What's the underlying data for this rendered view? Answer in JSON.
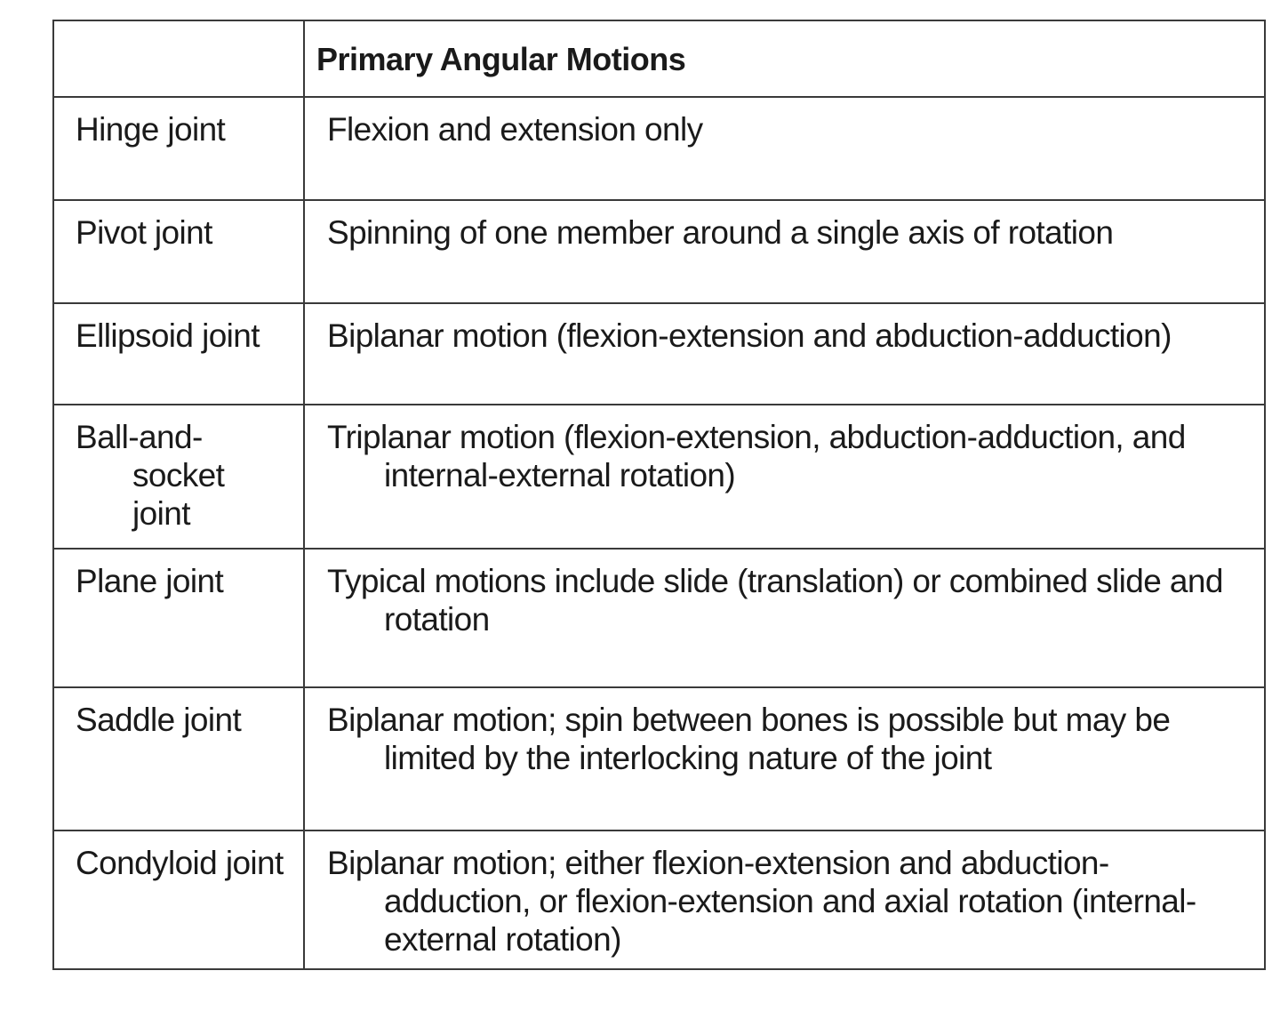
{
  "table": {
    "header": {
      "col1": "",
      "col2": "Primary Angular Motions"
    },
    "rows": [
      {
        "joint": "Hinge joint",
        "motion": "Flexion and extension only"
      },
      {
        "joint": "Pivot joint",
        "motion": "Spinning of one member around a single axis of rotation"
      },
      {
        "joint": "Ellipsoid joint",
        "motion": "Biplanar motion (flexion-extension and abduction-adduction)"
      },
      {
        "joint": "Ball-and-socket joint",
        "motion": "Triplanar motion (flexion-extension, abduction-adduction, and internal-external rotation)"
      },
      {
        "joint": "Plane joint",
        "motion": "Typical motions include slide (translation) or combined slide and rotation"
      },
      {
        "joint": "Saddle joint",
        "motion": "Biplanar motion; spin between bones is possible but may be limited by the interlocking nature of the joint"
      },
      {
        "joint": "Condyloid joint",
        "motion": "Biplanar motion; either flexion-extension and abduction-adduction, or flexion-extension and axial rotation (internal-external rotation)"
      }
    ]
  }
}
